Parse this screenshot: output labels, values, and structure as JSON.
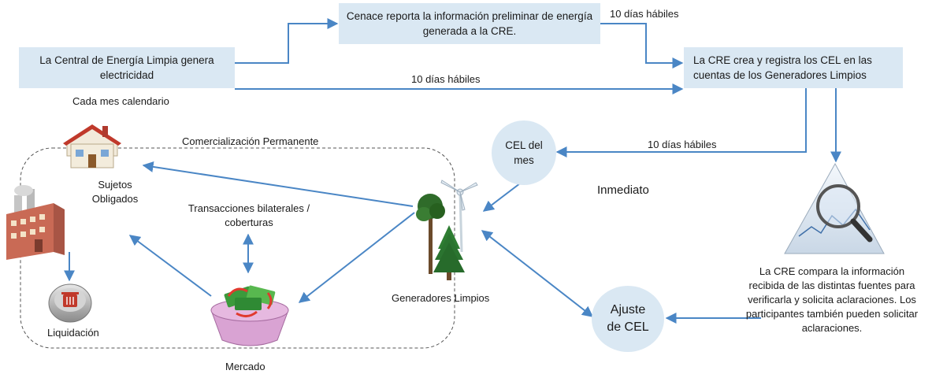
{
  "boxes": {
    "central": "La Central de Energía Limpia genera electricidad",
    "cenace": "Cenace reporta la información preliminar de energía generada a la CRE.",
    "cre": "La CRE crea y registra los CEL en las cuentas de los Generadores Limpios"
  },
  "labels": {
    "dias_top": "10 días hábiles",
    "dias_mid": "10 días hábiles",
    "dias_cel": "10 días hábiles",
    "cada_mes": "Cada mes calendario",
    "comercializacion": "Comercialización Permanente",
    "inmediato": "Inmediato",
    "sujetos": "Sujetos Obligados",
    "transacciones": "Transacciones bilaterales / coberturas",
    "liquidacion": "Liquidación",
    "mercado": "Mercado",
    "generadores": "Generadores Limpios",
    "cre_compara": "La CRE compara la información recibida de las distintas fuentes para verificarla y solicita aclaraciones. Los participantes también pueden solicitar aclaraciones."
  },
  "circles": {
    "cel_mes": "CEL del mes",
    "ajuste": "Ajuste de CEL"
  },
  "icons": [
    "house-icon",
    "factory-icon",
    "trash-bin-icon",
    "money-basket-icon",
    "wind-turbine-trees-icon",
    "magnifier-triangle-icon"
  ],
  "colors": {
    "box_fill": "#dae8f3",
    "arrow": "#4a86c5",
    "dashed_border": "#555555"
  }
}
